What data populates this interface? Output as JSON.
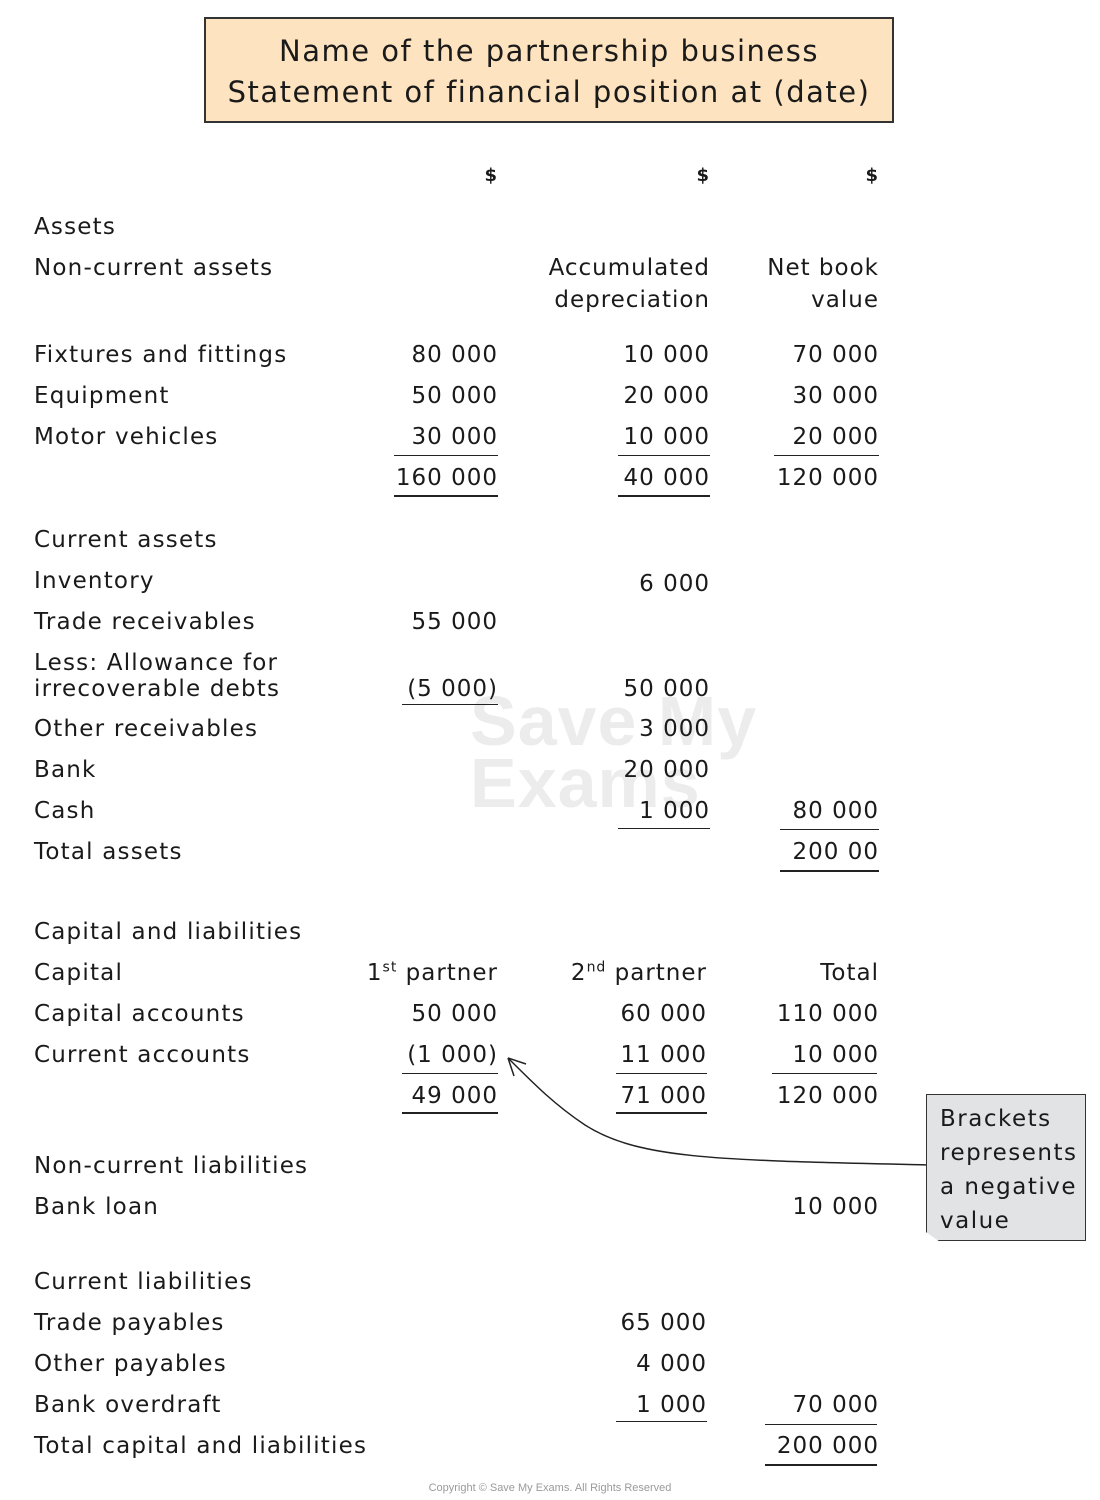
{
  "title": {
    "line1": "Name of the partnership business",
    "line2": "Statement of financial position at (date)"
  },
  "currency_headers": [
    "$",
    "$",
    "$"
  ],
  "assets": {
    "heading": "Assets",
    "non_current": {
      "heading": "Non-current assets",
      "col2_header_line1": "Accumulated",
      "col2_header_line2": "depreciation",
      "col3_header_line1": "Net book",
      "col3_header_line2": "value",
      "rows": [
        {
          "label": "Fixtures and fittings",
          "cost": "80 000",
          "depreciation": "10 000",
          "nbv": "70 000"
        },
        {
          "label": "Equipment",
          "cost": "50 000",
          "depreciation": "20 000",
          "nbv": "30 000"
        },
        {
          "label": "Motor vehicles",
          "cost": "30 000",
          "depreciation": "10 000",
          "nbv": "20 000"
        }
      ],
      "totals": {
        "cost": "160 000",
        "depreciation": "40 000",
        "nbv": "120 000"
      }
    },
    "current": {
      "heading": "Current assets",
      "inventory_label": "Inventory",
      "inventory_value": "6 000",
      "trade_receivables_label": "Trade receivables",
      "trade_receivables_value": "55 000",
      "allowance_label_line1": "Less: Allowance for",
      "allowance_label_line2": "irrecoverable debts",
      "allowance_value": "(5 000)",
      "net_receivables": "50 000",
      "other_receivables_label": "Other receivables",
      "other_receivables_value": "3 000",
      "bank_label": "Bank",
      "bank_value": "20 000",
      "cash_label": "Cash",
      "cash_value": "1 000",
      "total_current": "80 000"
    },
    "total_label": "Total assets",
    "total_value": "200 00"
  },
  "capital_liabilities": {
    "heading": "Capital and liabilities",
    "capital_label": "Capital",
    "partner1_num": "1",
    "partner1_sup": "st",
    "partner1_word": "partner",
    "partner2_num": "2",
    "partner2_sup": "nd",
    "partner2_word": "partner",
    "total_header": "Total",
    "capital_accounts": {
      "label": "Capital accounts",
      "p1": "50 000",
      "p2": "60 000",
      "total": "110 000"
    },
    "current_accounts": {
      "label": "Current accounts",
      "p1": "(1 000)",
      "p2": "11 000",
      "total": "10 000"
    },
    "capital_totals": {
      "p1": "49 000",
      "p2": "71 000",
      "total": "120 000"
    },
    "non_current_heading": "Non-current liabilities",
    "bank_loan_label": "Bank loan",
    "bank_loan_value": "10 000",
    "current_heading": "Current liabilities",
    "trade_payables_label": "Trade payables",
    "trade_payables_value": "65 000",
    "other_payables_label": "Other payables",
    "other_payables_value": "4 000",
    "overdraft_label": "Bank overdraft",
    "overdraft_value": "1 000",
    "total_current": "70 000",
    "grand_total_label": "Total capital and liabilities",
    "grand_total_value": "200 000"
  },
  "note": {
    "line1": "Brackets",
    "line2": "represents",
    "line3": "a negative",
    "line4": "value"
  },
  "watermark_line1": "Save My",
  "watermark_line2": "Exams",
  "copyright": "Copyright © Save My Exams. All Rights Reserved"
}
